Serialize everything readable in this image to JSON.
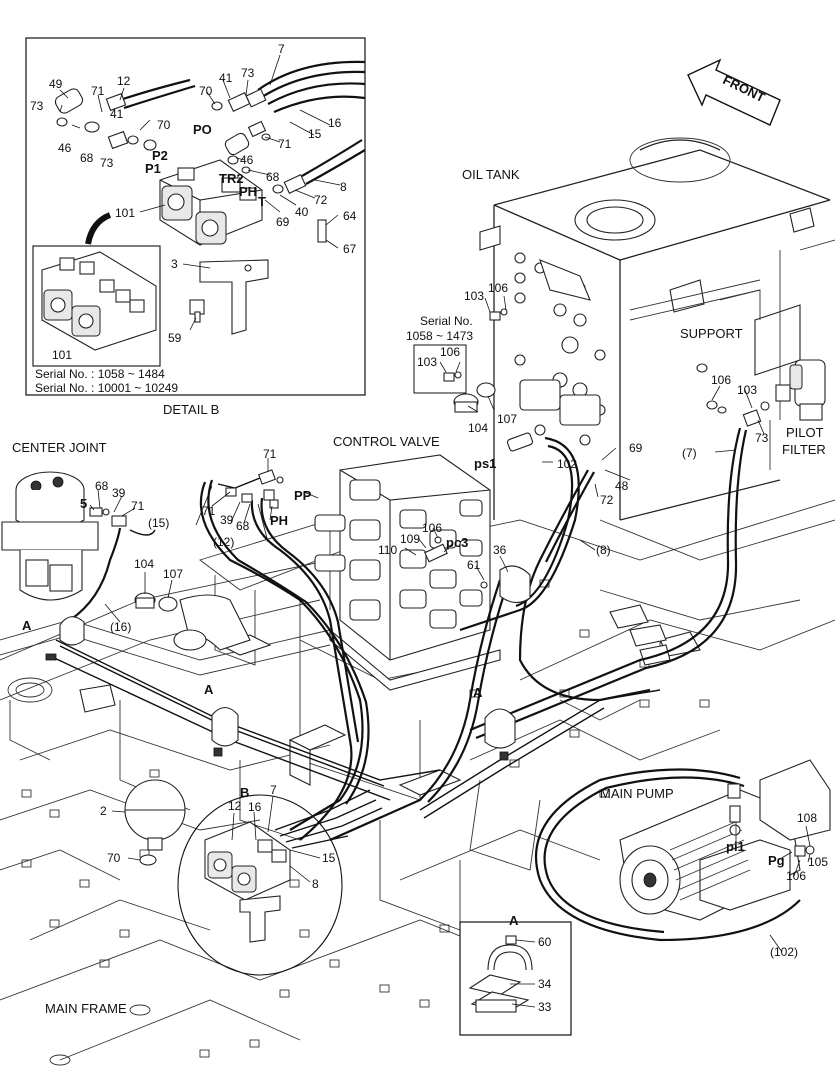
{
  "titles": {
    "detail_b": "DETAIL  B",
    "oil_tank": "OIL TANK",
    "support": "SUPPORT",
    "pilot_filter_1": "PILOT",
    "pilot_filter_2": "FILTER",
    "center_joint": "CENTER JOINT",
    "control_valve": "CONTROL VALVE",
    "main_pump": "MAIN PUMP",
    "main_frame": "MAIN FRAME",
    "front": "FRONT"
  },
  "serial": {
    "detail_line1": "Serial No. : 1058 ~ 1484",
    "detail_line2": "Serial No. : 10001 ~ 10249",
    "tank_title": "Serial No.",
    "tank_range": "1058 ~ 1473"
  },
  "ports": {
    "po": "PO",
    "p2": "P2",
    "p1": "P1",
    "tr2": "TR2",
    "ph": "PH",
    "t": "T",
    "pp": "PP",
    "ph2": "PH",
    "ps1": "ps1",
    "pc3": "pc3",
    "pi1": "pi1",
    "pg": "Pg",
    "a1": "A",
    "a2": "A",
    "a3": "A",
    "a_box": "A",
    "b": "B",
    "b_arrow": "5"
  },
  "parts": {
    "p7": "7",
    "p49": "49",
    "p71": "71",
    "p12": "12",
    "p41": "41",
    "p73": "73",
    "p70": "70",
    "p73b": "73",
    "p41b": "41",
    "p70b": "70",
    "p46": "46",
    "p68": "68",
    "p73c": "73",
    "p15": "15",
    "p16": "16",
    "p71b": "71",
    "p46b": "46",
    "p68b": "68",
    "p8": "8",
    "p72": "72",
    "p40": "40",
    "p69": "69",
    "p64": "64",
    "p67": "67",
    "p101": "101",
    "p3": "3",
    "p59": "59",
    "p101b": "101",
    "p103": "103",
    "p106": "106",
    "p103b": "103",
    "p106b": "106",
    "p104": "104",
    "p107": "107",
    "p106c": "106",
    "p103c": "103",
    "p73d": "73",
    "p7paren": "(7)",
    "p102": "102",
    "p69b": "69",
    "p48": "48",
    "p72b": "72",
    "p8paren": "(8)",
    "p68c": "68",
    "p39": "39",
    "p71c": "71",
    "p71d": "71",
    "p39b": "39",
    "p68d": "68",
    "p15paren": "(15)",
    "p12paren": "(12)",
    "p106d": "106",
    "p109": "109",
    "p110": "110",
    "p61": "61",
    "p36": "36",
    "p104b": "104",
    "p107b": "107",
    "p16paren": "(16)",
    "p2": "2",
    "p70c": "70",
    "p12b": "12",
    "p16b": "16",
    "p7b": "7",
    "p15b": "15",
    "p8b": "8",
    "p108": "108",
    "p105": "105",
    "p106e": "106",
    "p102paren": "(102)",
    "p60": "60",
    "p34": "34",
    "p33": "33"
  }
}
